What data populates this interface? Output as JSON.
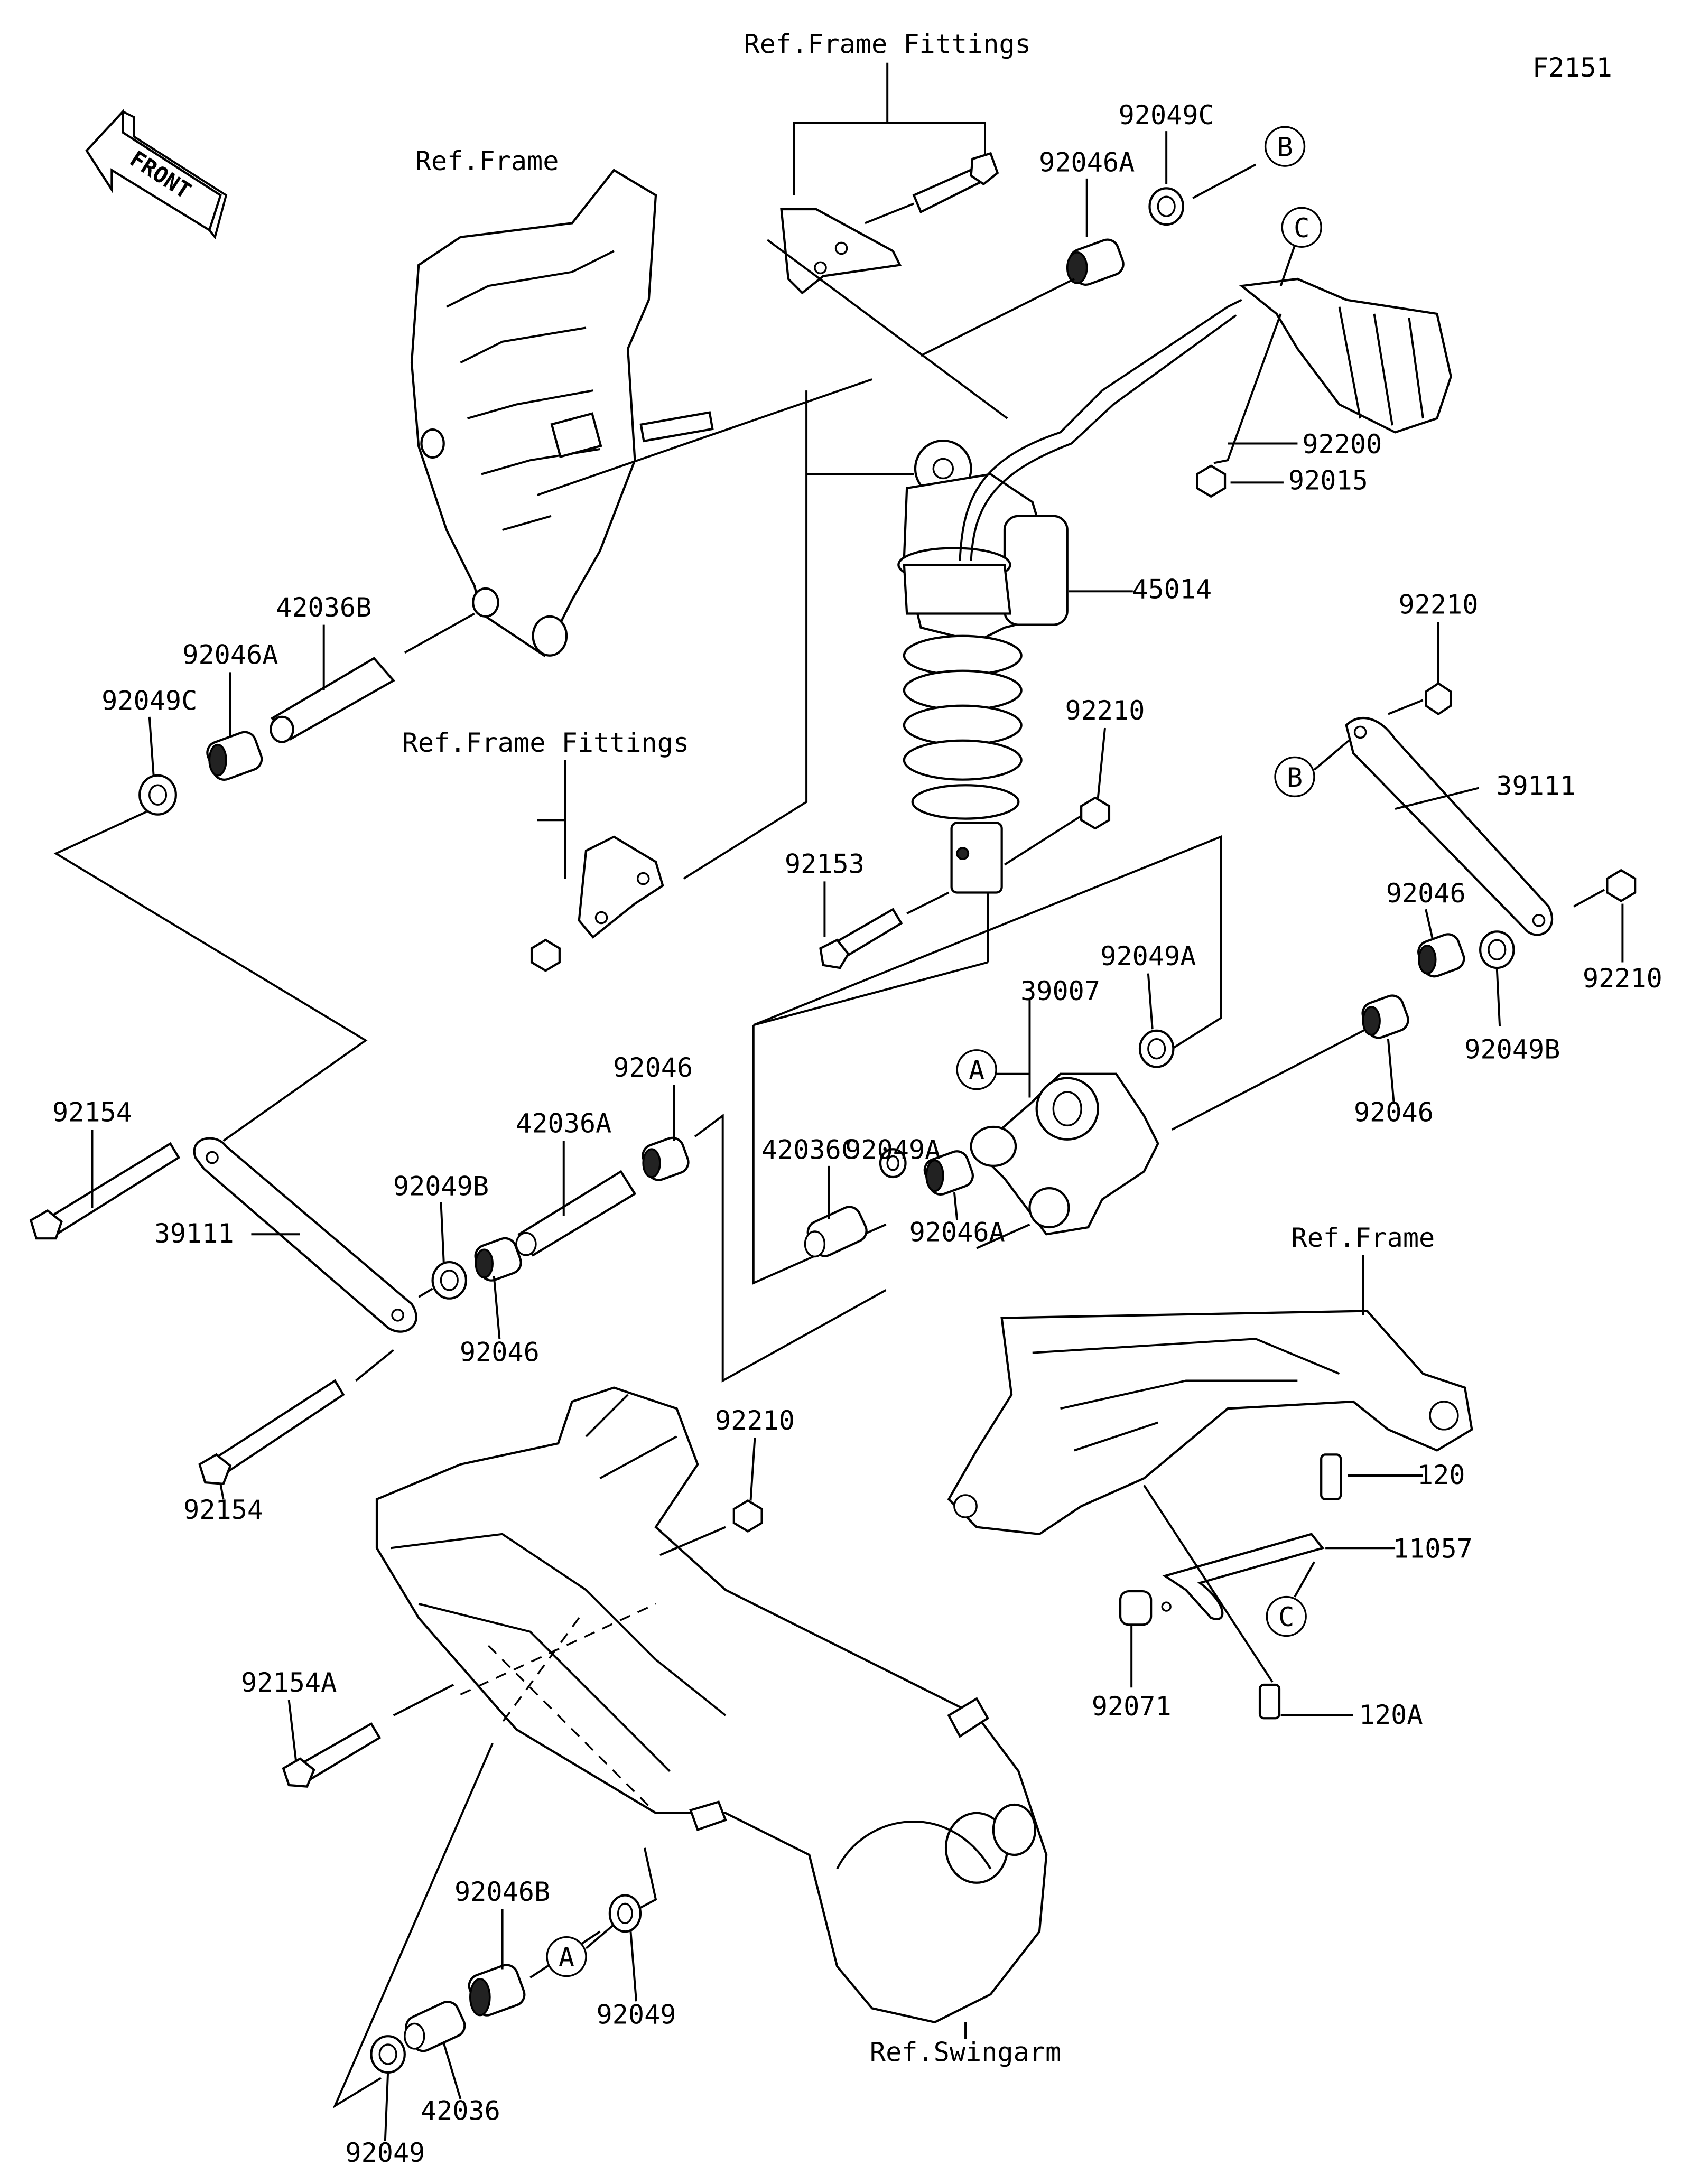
{
  "diagram_id": "F2151",
  "front_logo": "FRONT",
  "refs": {
    "frame_fittings_top": "Ref.Frame Fittings",
    "frame_top": "Ref.Frame",
    "frame_fittings_mid": "Ref.Frame Fittings",
    "frame_right": "Ref.Frame",
    "swingarm": "Ref.Swingarm"
  },
  "callouts": {
    "a1": "A",
    "a2": "A",
    "b1": "B",
    "b2": "B",
    "c1": "C",
    "c2": "C"
  },
  "parts": [
    "92049C",
    "92046A",
    "92200",
    "92015",
    "45014",
    "42036B",
    "92046A",
    "92049C",
    "92210",
    "39111",
    "92210",
    "92153",
    "92046",
    "92210",
    "92049A",
    "39007",
    "92049B",
    "92046",
    "92154",
    "42036A",
    "92049B",
    "92049A",
    "42036C",
    "92046",
    "39111",
    "92046A",
    "92046",
    "92210",
    "92154",
    "120",
    "11057",
    "92154A",
    "92071",
    "120A",
    "92046B",
    "92049",
    "42036",
    "92049"
  ]
}
